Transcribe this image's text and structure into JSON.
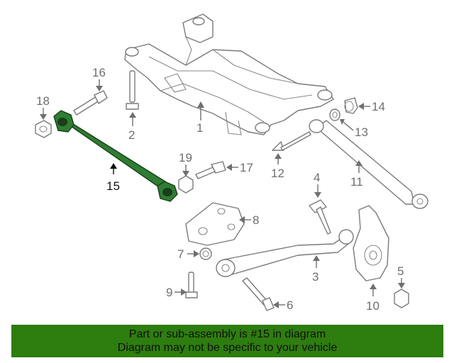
{
  "callouts": {
    "c1": "1",
    "c2": "2",
    "c3": "3",
    "c4": "4",
    "c5": "5",
    "c6": "6",
    "c7": "7",
    "c8": "8",
    "c9": "9",
    "c10": "10",
    "c11": "11",
    "c12": "12",
    "c13": "13",
    "c14": "14",
    "c15": "15",
    "c16": "16",
    "c17": "17",
    "c18": "18",
    "c19": "19"
  },
  "highlight": {
    "part": "15",
    "color": "#2e7d32"
  },
  "banner": {
    "line1": "Part or sub-assembly is #15 in diagram",
    "line2": "Diagram may not be specific to your vehicle",
    "color": "#2e7d0f"
  }
}
